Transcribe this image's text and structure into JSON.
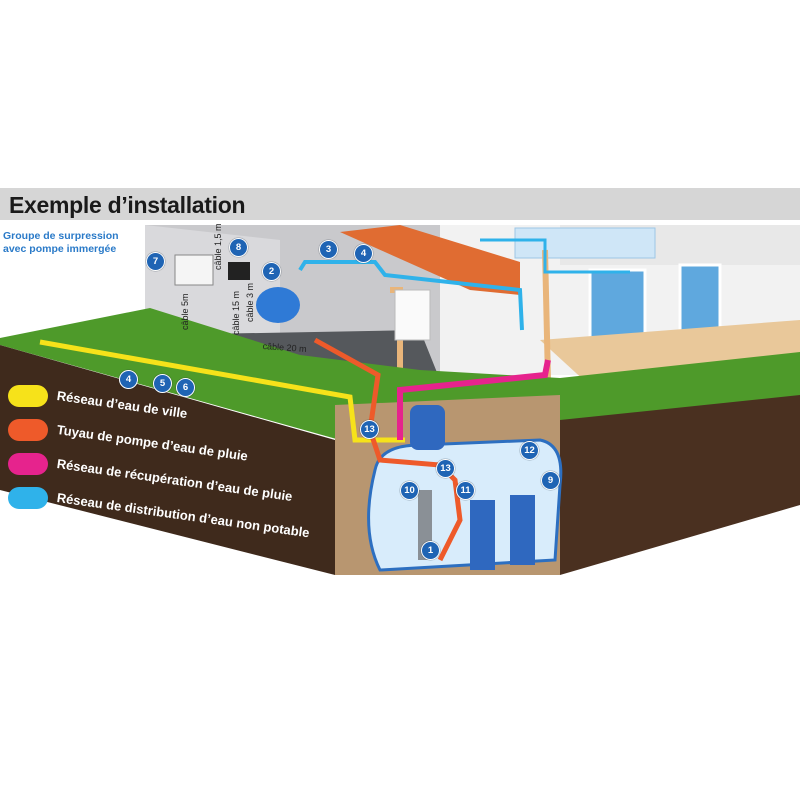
{
  "title": "Exemple d’installation",
  "subtitle": [
    "Groupe de surpression",
    "avec pompe immergée"
  ],
  "cables": {
    "c1": "câble 1,5 m",
    "c2": "câble 5m",
    "c3": "câble 15 m",
    "c4": "câble 3 m",
    "c5": "câble 20 m"
  },
  "legend": [
    {
      "label": "Réseau d’eau de ville",
      "color": "#f6e21a"
    },
    {
      "label": "Tuyau de pompe d’eau de pluie",
      "color": "#ee5a2a"
    },
    {
      "label": "Réseau de récupération d’eau de pluie",
      "color": "#e6238d"
    },
    {
      "label": "Réseau de distribution d’eau non potable",
      "color": "#2fb2ea"
    }
  ],
  "badges": {
    "b7": "7",
    "b8": "8",
    "b2": "2",
    "b3": "3",
    "b4a": "4",
    "b4b": "4",
    "b5": "5",
    "b6": "6",
    "b13a": "13",
    "b13b": "13",
    "b12": "12",
    "b9": "9",
    "b10": "10",
    "b11": "11",
    "b1": "1"
  }
}
